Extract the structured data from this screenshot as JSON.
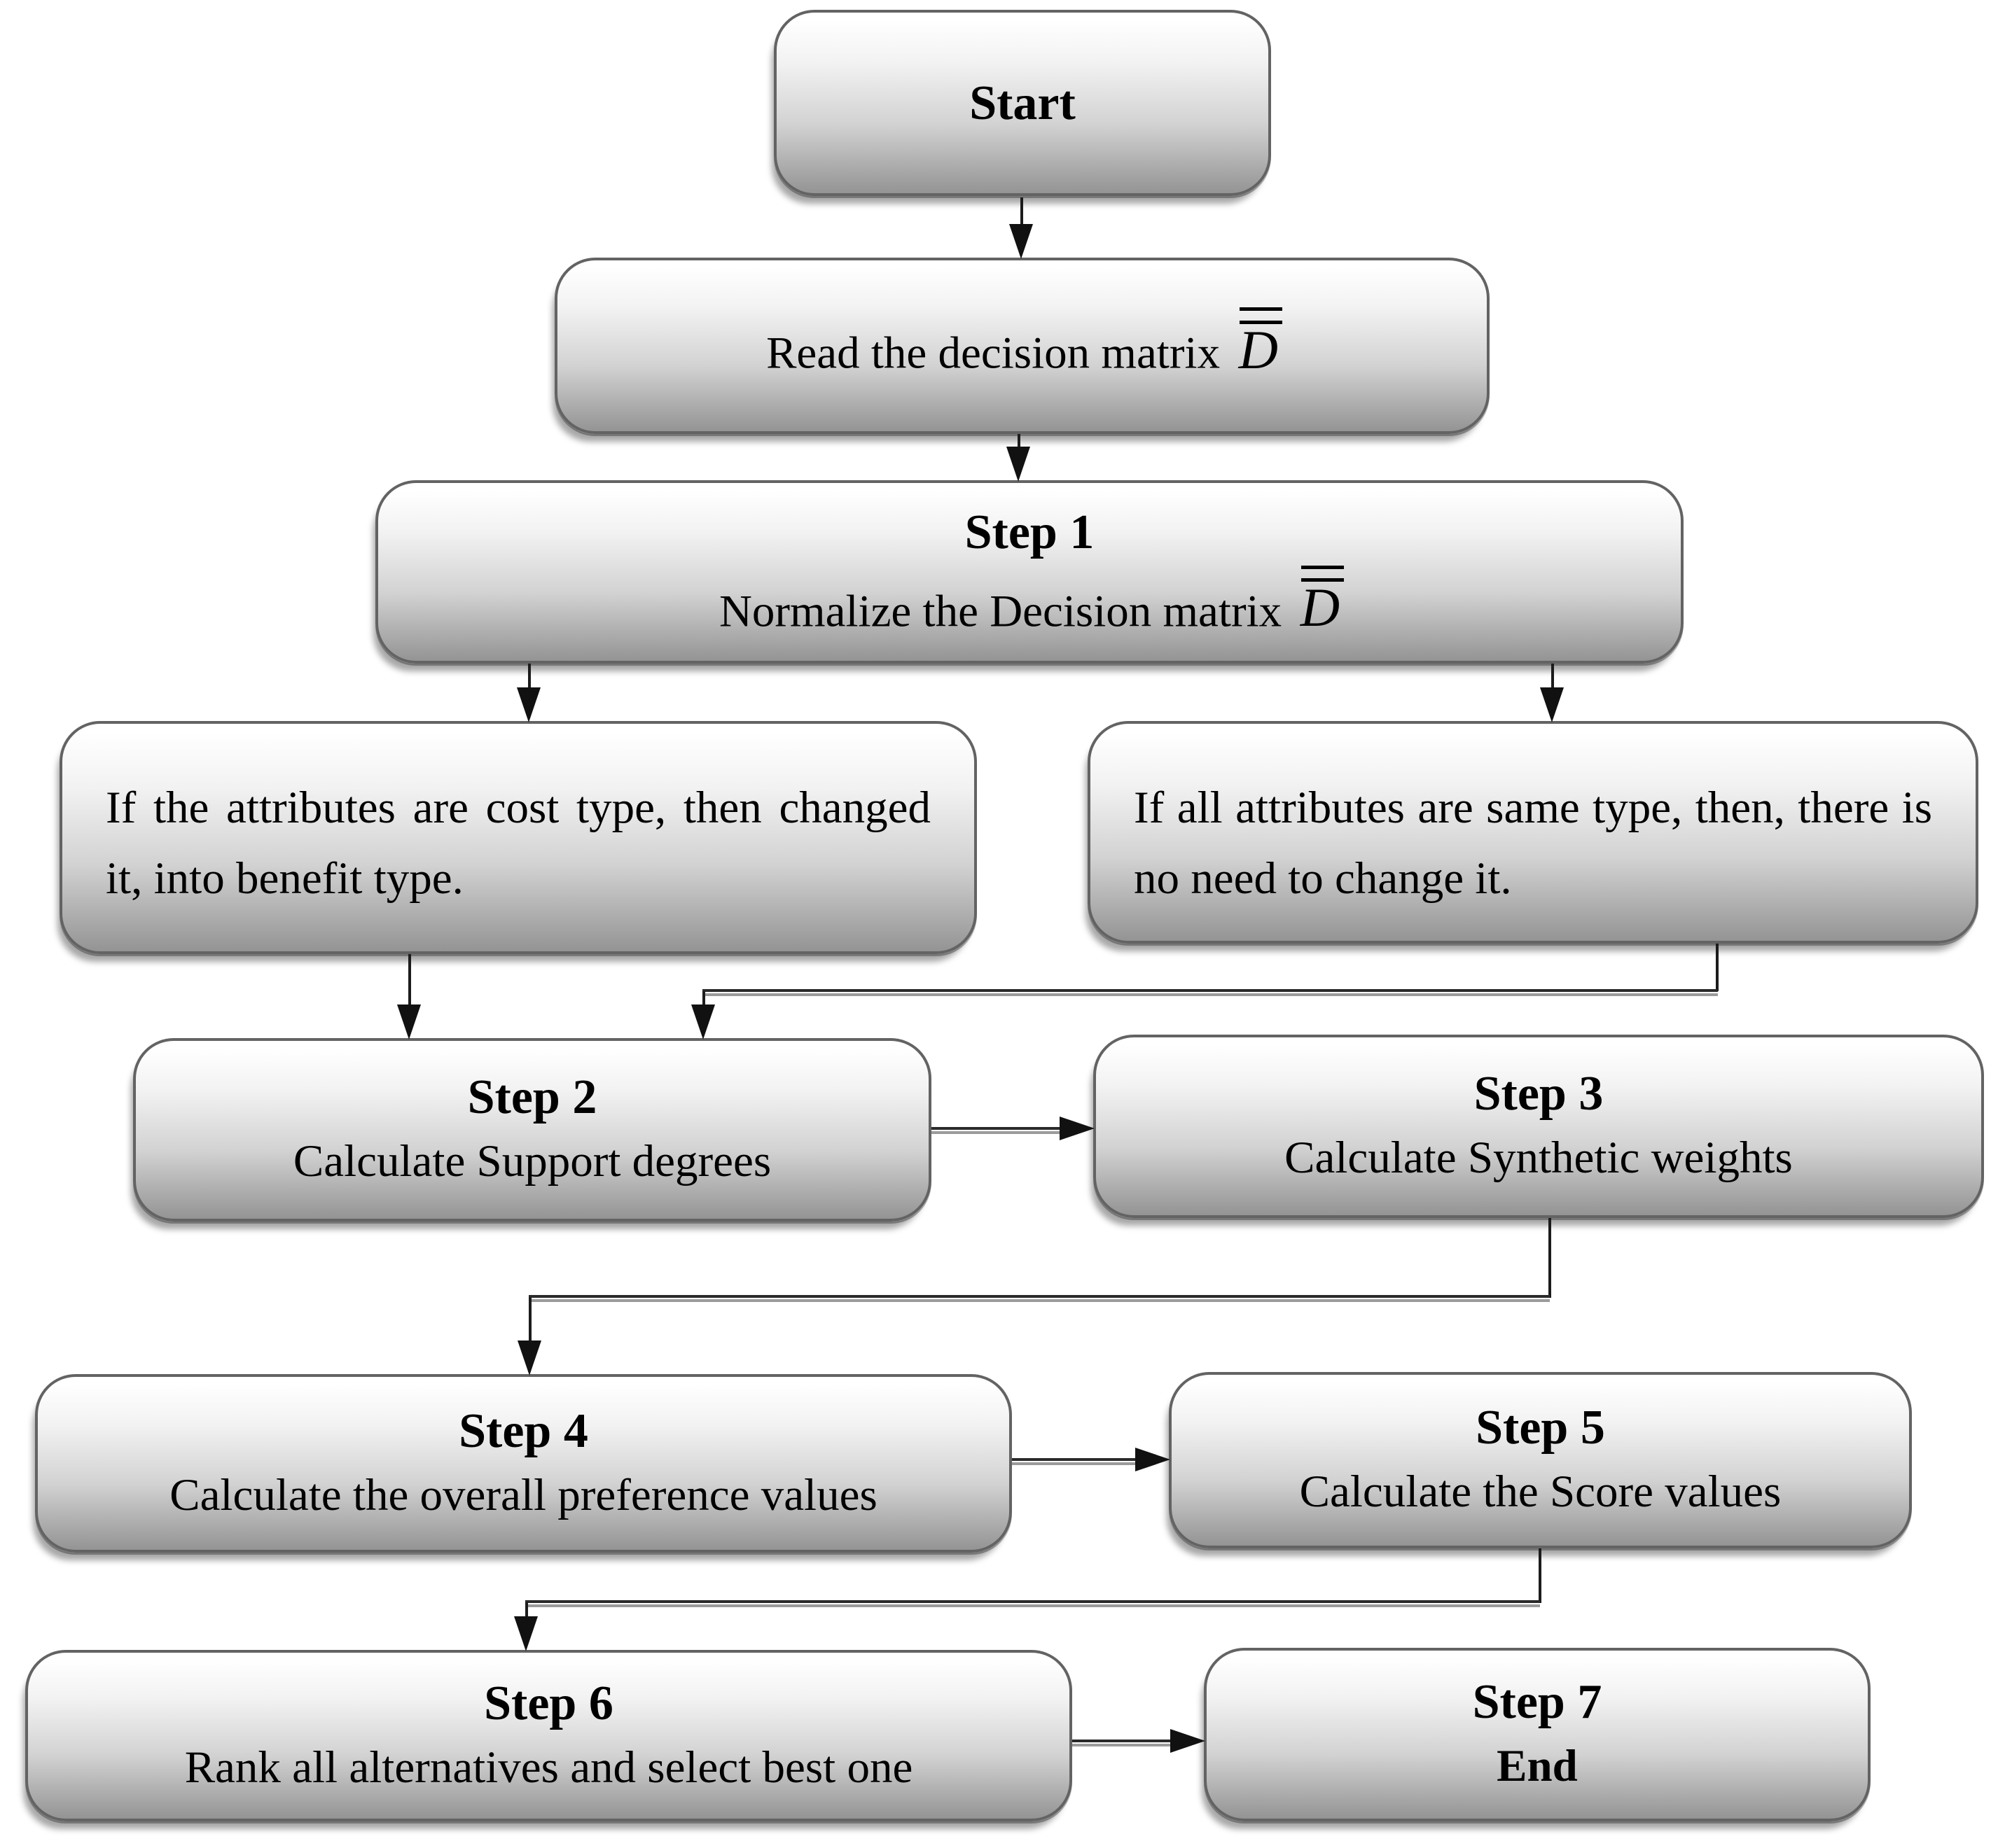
{
  "colors": {
    "background": "#ffffff",
    "box_border": "#636363",
    "box_gradient_top": "#ffffff",
    "box_gradient_bottom": "#949494",
    "connector": "#1c1c1c",
    "shadow": "#a6a6a6"
  },
  "nodes": {
    "start": {
      "title": "Start"
    },
    "read": {
      "text": "Read the decision matrix",
      "symbol": "D"
    },
    "step1": {
      "title": "Step 1",
      "text": "Normalize the Decision matrix",
      "symbol": "D"
    },
    "branch_cost": {
      "text": "If the attributes are cost type, then changed it, into benefit type."
    },
    "branch_same": {
      "text": "If all attributes are same type, then, there is no need to change it."
    },
    "step2": {
      "title": "Step 2",
      "text": "Calculate Support degrees"
    },
    "step3": {
      "title": "Step 3",
      "text": "Calculate Synthetic weights"
    },
    "step4": {
      "title": "Step 4",
      "text": "Calculate the overall preference values"
    },
    "step5": {
      "title": "Step 5",
      "text": "Calculate the Score values"
    },
    "step6": {
      "title": "Step 6",
      "text": "Rank all alternatives and select best one"
    },
    "step7": {
      "title": "Step 7",
      "text": "End"
    }
  }
}
